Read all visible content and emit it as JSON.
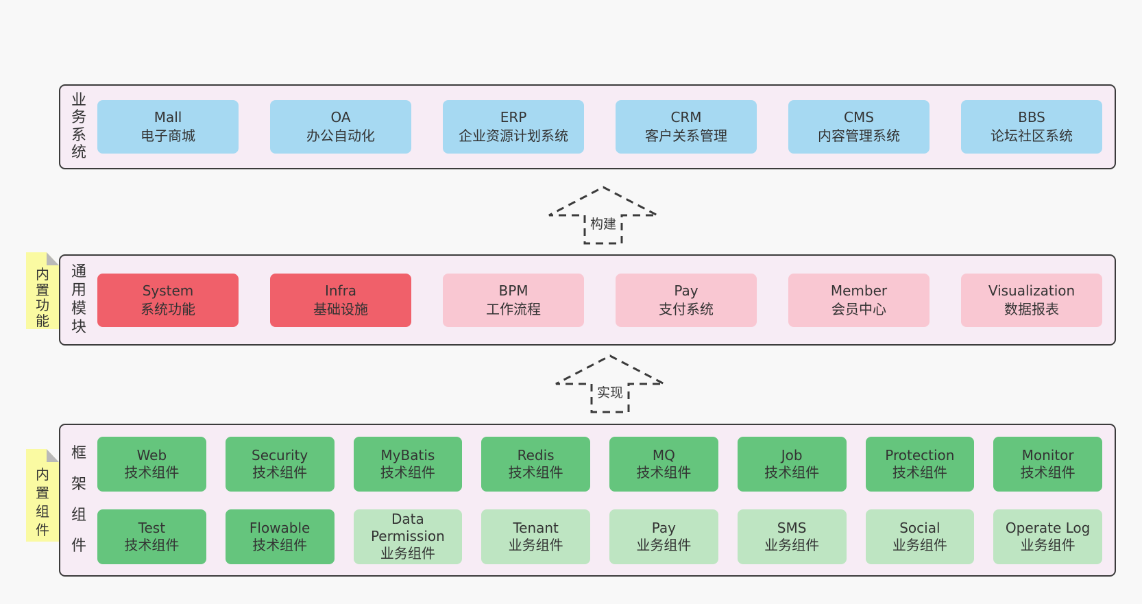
{
  "colors": {
    "page_bg": "#f8f8f8",
    "layer_bg": "#f7ecf5",
    "border": "#3b3b3b",
    "text": "#333333",
    "blue": "#a6d9f2",
    "red": "#f0606a",
    "pink": "#f9c7d2",
    "green": "#65c57d",
    "lightgreen": "#bee5c2",
    "sticky": "#fafaa2",
    "fold": "#b9b9b9"
  },
  "layers": [
    {
      "side_label": "业务系统",
      "boxes": [
        {
          "title": "Mall",
          "subtitle": "电子商城",
          "variant": "blue"
        },
        {
          "title": "OA",
          "subtitle": "办公自动化",
          "variant": "blue"
        },
        {
          "title": "ERP",
          "subtitle": "企业资源计划系统",
          "variant": "blue"
        },
        {
          "title": "CRM",
          "subtitle": "客户关系管理",
          "variant": "blue"
        },
        {
          "title": "CMS",
          "subtitle": "内容管理系统",
          "variant": "blue"
        },
        {
          "title": "BBS",
          "subtitle": "论坛社区系统",
          "variant": "blue"
        }
      ]
    },
    {
      "side_label": "通用模块",
      "sticky": "内置功能",
      "boxes": [
        {
          "title": "System",
          "subtitle": "系统功能",
          "variant": "red"
        },
        {
          "title": "Infra",
          "subtitle": "基础设施",
          "variant": "red"
        },
        {
          "title": "BPM",
          "subtitle": "工作流程",
          "variant": "pink"
        },
        {
          "title": "Pay",
          "subtitle": "支付系统",
          "variant": "pink"
        },
        {
          "title": "Member",
          "subtitle": "会员中心",
          "variant": "pink"
        },
        {
          "title": "Visualization",
          "subtitle": "数据报表",
          "variant": "pink"
        }
      ]
    },
    {
      "side_label": "框架组件",
      "sticky": "内置组件",
      "rows": [
        [
          {
            "title": "Web",
            "subtitle": "技术组件",
            "variant": "green"
          },
          {
            "title": "Security",
            "subtitle": "技术组件",
            "variant": "green"
          },
          {
            "title": "MyBatis",
            "subtitle": "技术组件",
            "variant": "green"
          },
          {
            "title": "Redis",
            "subtitle": "技术组件",
            "variant": "green"
          },
          {
            "title": "MQ",
            "subtitle": "技术组件",
            "variant": "green"
          },
          {
            "title": "Job",
            "subtitle": "技术组件",
            "variant": "green"
          },
          {
            "title": "Protection",
            "subtitle": "技术组件",
            "variant": "green"
          },
          {
            "title": "Monitor",
            "subtitle": "技术组件",
            "variant": "green"
          }
        ],
        [
          {
            "title": "Test",
            "subtitle": "技术组件",
            "variant": "green"
          },
          {
            "title": "Flowable",
            "subtitle": "技术组件",
            "variant": "green"
          },
          {
            "title": "Data Permission",
            "subtitle": "业务组件",
            "variant": "lightgreen"
          },
          {
            "title": "Tenant",
            "subtitle": "业务组件",
            "variant": "lightgreen"
          },
          {
            "title": "Pay",
            "subtitle": "业务组件",
            "variant": "lightgreen"
          },
          {
            "title": "SMS",
            "subtitle": "业务组件",
            "variant": "lightgreen"
          },
          {
            "title": "Social",
            "subtitle": "业务组件",
            "variant": "lightgreen"
          },
          {
            "title": "Operate Log",
            "subtitle": "业务组件",
            "variant": "lightgreen"
          }
        ]
      ]
    }
  ],
  "arrows": [
    {
      "label": "构建"
    },
    {
      "label": "实现"
    }
  ]
}
